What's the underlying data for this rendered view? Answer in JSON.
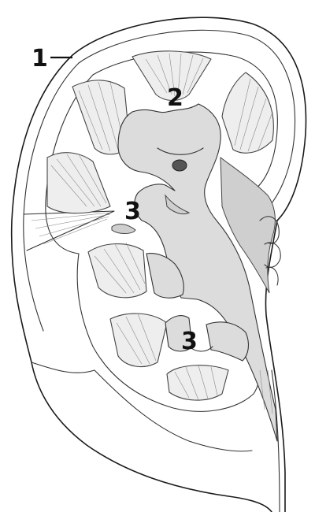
{
  "labels": {
    "capsule": "1",
    "renal_pelvis": "2",
    "calyx_upper": "3",
    "calyx_lower": "3"
  }
}
